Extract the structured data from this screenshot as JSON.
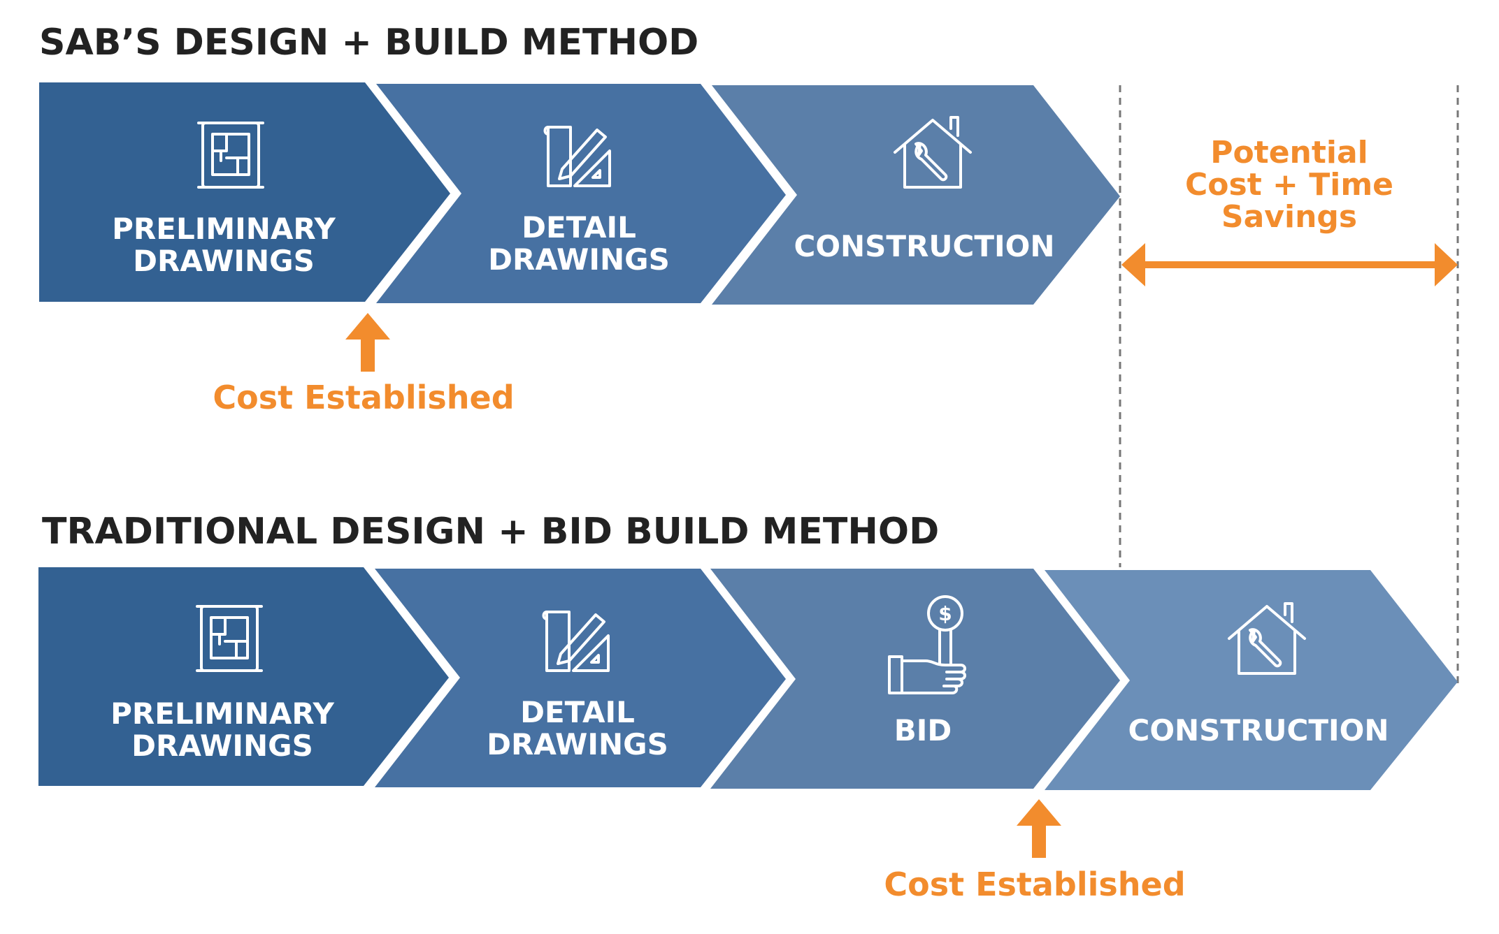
{
  "colors": {
    "step1": "#336192",
    "step2": "#4771a2",
    "step3": "#5b7fa9",
    "step4": "#6b8fb8",
    "accent": "#f28c2d",
    "heading": "#222222",
    "divider": "#777777"
  },
  "top": {
    "title": "SAB’S DESIGN + BUILD METHOD",
    "steps": [
      {
        "lines": [
          "PRELIMINARY",
          "DRAWINGS"
        ],
        "icon": "blueprint-scroll-icon"
      },
      {
        "lines": [
          "DETAIL",
          "DRAWINGS"
        ],
        "icon": "drafting-pencil-icon"
      },
      {
        "lines": [
          "CONSTRUCTION"
        ],
        "icon": "house-wrench-icon"
      }
    ],
    "cost_label": "Cost Established",
    "savings_lines": [
      "Potential",
      "Cost + Time",
      "Savings"
    ]
  },
  "bottom": {
    "title": "TRADITIONAL DESIGN + BID BUILD METHOD",
    "steps": [
      {
        "lines": [
          "PRELIMINARY",
          "DRAWINGS"
        ],
        "icon": "blueprint-scroll-icon"
      },
      {
        "lines": [
          "DETAIL",
          "DRAWINGS"
        ],
        "icon": "drafting-pencil-icon"
      },
      {
        "lines": [
          "BID"
        ],
        "icon": "hand-bid-icon"
      },
      {
        "lines": [
          "CONSTRUCTION"
        ],
        "icon": "house-wrench-icon"
      }
    ],
    "cost_label": "Cost Established"
  }
}
